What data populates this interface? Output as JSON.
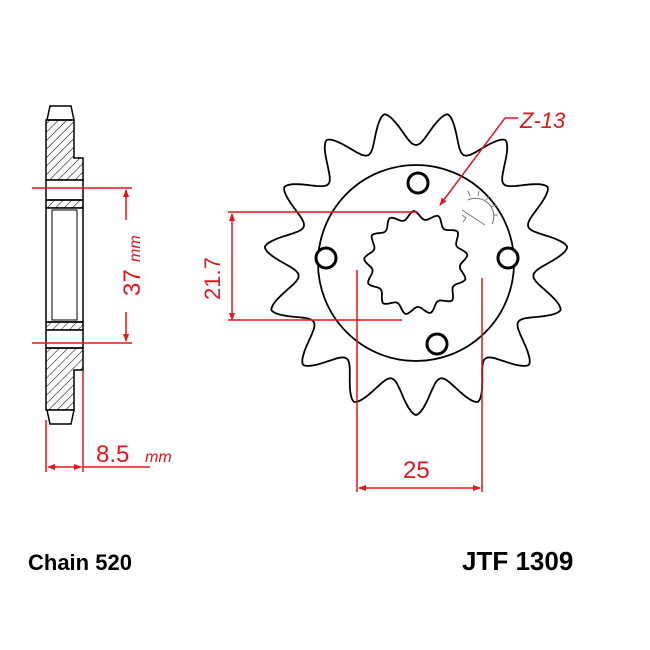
{
  "dimensions": {
    "tooth_count_label": "Z-13",
    "spline_height": "21.7",
    "hub_diameter": "37",
    "hub_diameter_unit": "mm",
    "thickness": "8.5",
    "thickness_unit": "mm",
    "spline_width": "25"
  },
  "footer": {
    "chain": "Chain 520",
    "part_number": "JTF 1309"
  },
  "colors": {
    "dimension": "#e3161c",
    "outline": "#000000"
  }
}
